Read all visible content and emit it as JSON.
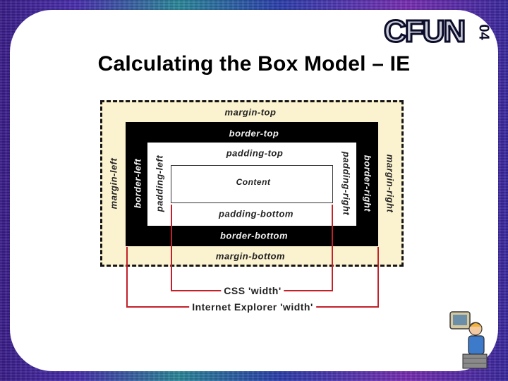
{
  "slide": {
    "title": "Calculating the Box Model – IE",
    "logo_text": "CFUN",
    "logo_number": "04"
  },
  "diagram": {
    "margin_top": "margin-top",
    "margin_bottom": "margin-bottom",
    "margin_left": "margin-left",
    "margin_right": "margin-right",
    "border_top": "border-top",
    "border_bottom": "border-bottom",
    "border_left": "border-left",
    "border_right": "border-right",
    "padding_top": "padding-top",
    "padding_bottom": "padding-bottom",
    "padding_left": "padding-left",
    "padding_right": "padding-right",
    "content": "Content"
  },
  "measurements": {
    "css_width": "CSS 'width'",
    "ie_width": "Internet Explorer 'width'"
  },
  "colors": {
    "margin_fill": "#fbf2cf",
    "border_fill": "#000000",
    "bracket_line": "#c4202a"
  },
  "icons": {
    "mascot": "computer-user-mascot-icon"
  }
}
